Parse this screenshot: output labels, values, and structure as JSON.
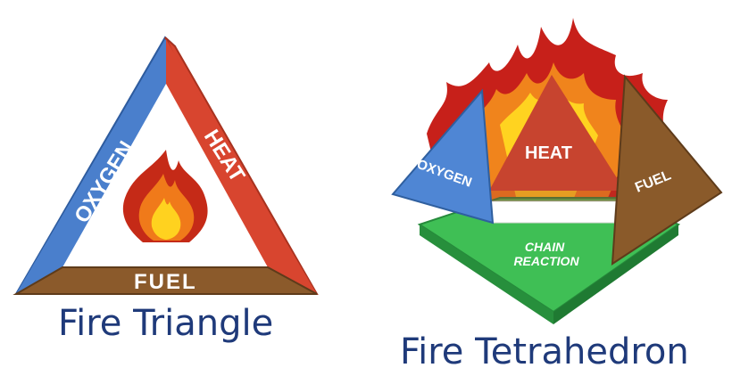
{
  "triangle": {
    "caption": "Fire Triangle",
    "side_left": "OXYGEN",
    "side_right": "HEAT",
    "side_bottom": "FUEL",
    "colors": {
      "oxygen": "#4a7fcc",
      "heat": "#d8452f",
      "fuel": "#8b5a2b"
    }
  },
  "tetrahedron": {
    "caption": "Fire Tetrahedron",
    "face_left": "OXYGEN",
    "face_center": "HEAT",
    "face_right": "FUEL",
    "base": "CHAIN REACTION",
    "colors": {
      "oxygen": "#4f86d4",
      "heat": "#cf4a33",
      "fuel": "#8a5a2a",
      "base": "#35b24a"
    }
  }
}
